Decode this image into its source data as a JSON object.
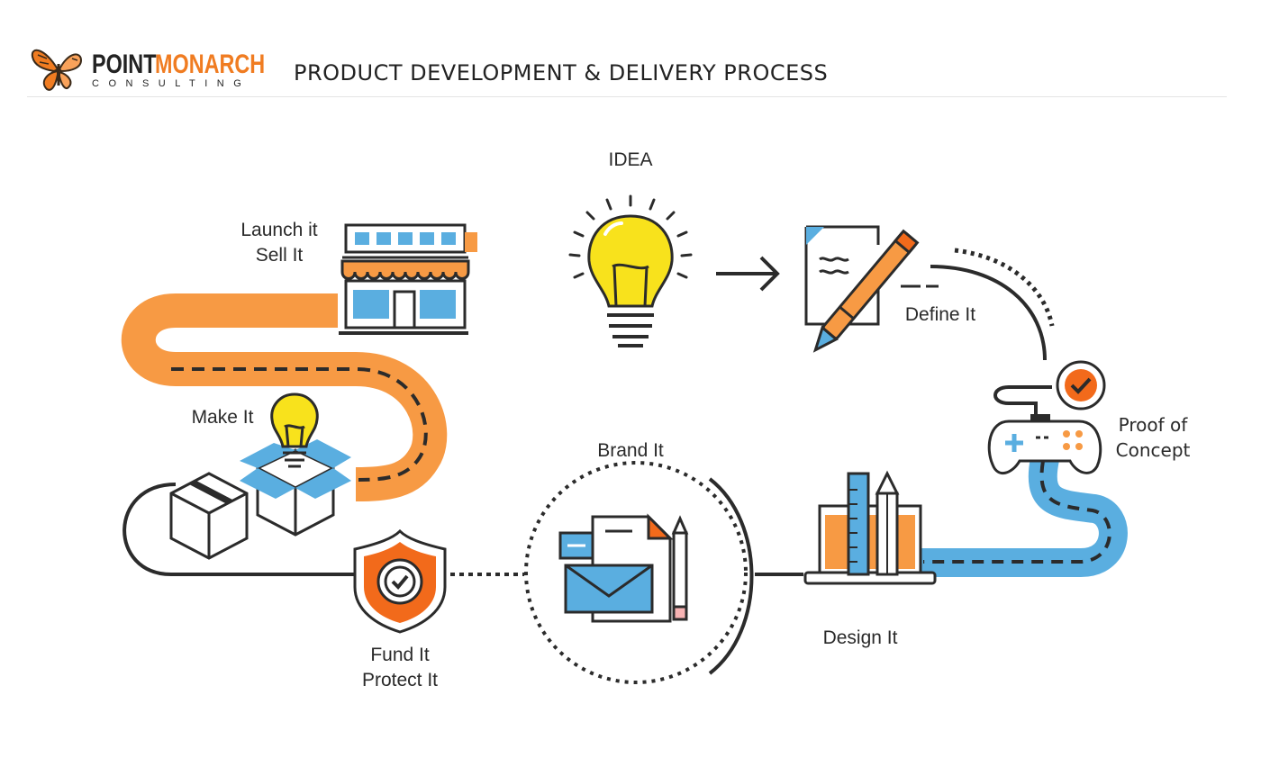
{
  "header": {
    "logo": {
      "word1": "POINT",
      "word2": "MONARCH",
      "sub": "CONSULTING"
    },
    "title": "PRODUCT DEVELOPMENT & DELIVERY PROCESS"
  },
  "steps": {
    "idea": "IDEA",
    "define": "Define It",
    "proof": {
      "line1": "Proof of",
      "line2": "Concept"
    },
    "design": "Design It",
    "brand": "Brand It",
    "fund": {
      "line1": "Fund It",
      "line2": "Protect It"
    },
    "make": "Make It",
    "launch": {
      "line1": "Launch it",
      "line2": "Sell It"
    }
  },
  "colors": {
    "orange": "#f79a44",
    "orange_dark": "#f26a1b",
    "blue": "#5aaee0",
    "yellow": "#f8e21c",
    "ink": "#2b2b2b"
  }
}
